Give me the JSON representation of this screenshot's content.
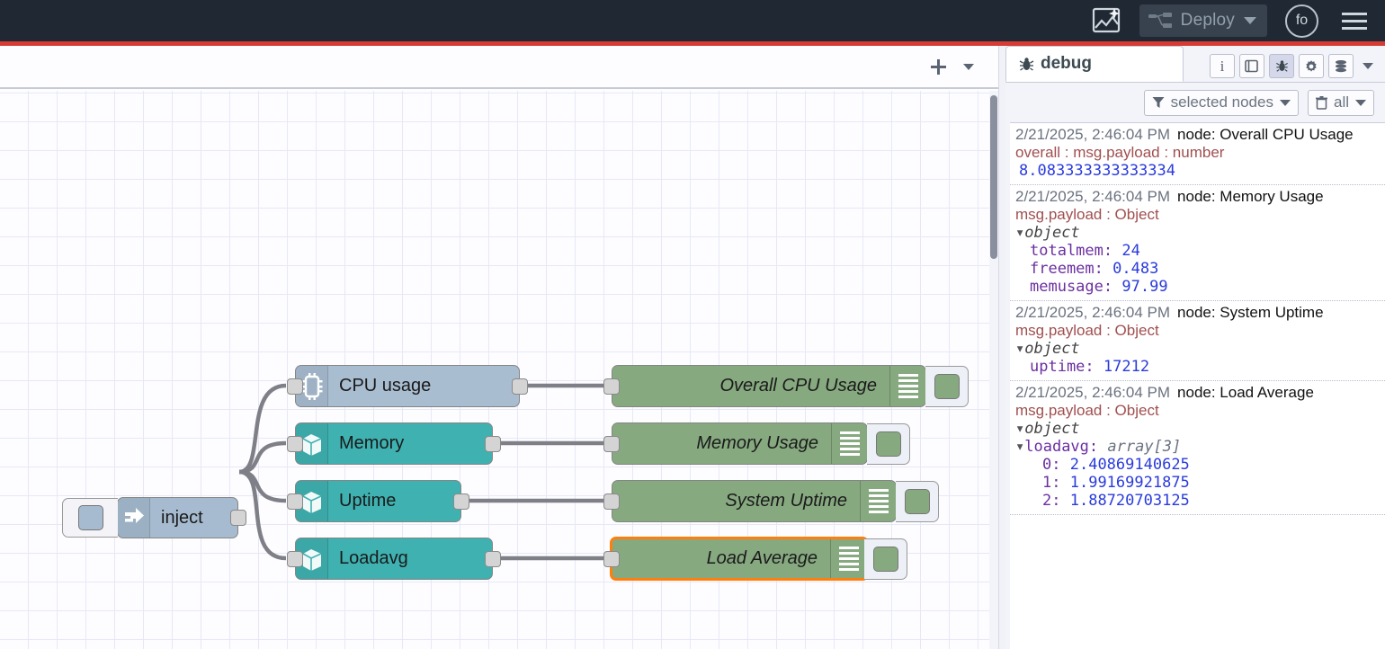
{
  "header": {
    "ai_icon": "ai-image-icon",
    "deploy_label": "Deploy",
    "deploy_icon": "deploy-nodes-icon",
    "deploy_caret": "chevron-down-icon",
    "avatar_initials": "fo",
    "menu_icon": "hamburger-menu-icon"
  },
  "workspace": {
    "tabbar": {
      "add_label": "+",
      "menu_icon": "chevron-down-icon"
    },
    "nodes": [
      {
        "id": "inject",
        "label": "inject",
        "icon": "inject-arrow-icon",
        "type": "inject"
      },
      {
        "id": "cpu",
        "label": "CPU usage",
        "icon": "cpu-chip-icon",
        "type": "sensor-cpu"
      },
      {
        "id": "memory",
        "label": "Memory",
        "icon": "server-box-icon",
        "type": "sensor"
      },
      {
        "id": "uptime",
        "label": "Uptime",
        "icon": "server-box-icon",
        "type": "sensor"
      },
      {
        "id": "loadavg",
        "label": "Loadavg",
        "icon": "server-box-icon",
        "type": "sensor"
      },
      {
        "id": "dbg1",
        "label": "Overall CPU Usage",
        "icon": "debug-lines-icon",
        "type": "debug",
        "selected": false
      },
      {
        "id": "dbg2",
        "label": "Memory Usage",
        "icon": "debug-lines-icon",
        "type": "debug",
        "selected": false
      },
      {
        "id": "dbg3",
        "label": "System Uptime",
        "icon": "debug-lines-icon",
        "type": "debug",
        "selected": false
      },
      {
        "id": "dbg4",
        "label": "Load Average",
        "icon": "debug-lines-icon",
        "type": "debug",
        "selected": true
      }
    ]
  },
  "sidebar": {
    "tab_label": "debug",
    "tab_icon": "bug-icon",
    "tools": [
      {
        "name": "info-icon",
        "glyph": "i",
        "active": false
      },
      {
        "name": "help-book-icon",
        "glyph": "⌸",
        "active": false
      },
      {
        "name": "debug-bug-icon",
        "glyph": "bug",
        "active": true
      },
      {
        "name": "config-gear-icon",
        "glyph": "⚙",
        "active": false
      },
      {
        "name": "context-data-icon",
        "glyph": "⌸",
        "active": false
      }
    ],
    "tools_caret": "chevron-down-icon",
    "filter_label": "selected nodes",
    "filter_icon": "funnel-icon",
    "clear_label": "all",
    "clear_icon": "trash-icon",
    "messages": [
      {
        "time": "2/21/2025, 2:46:04 PM",
        "node": "node: Overall CPU Usage",
        "topic": "overall : msg.payload : number",
        "kind": "scalar",
        "value": "8.083333333333334"
      },
      {
        "time": "2/21/2025, 2:46:04 PM",
        "node": "node: Memory Usage",
        "topic": "msg.payload : Object",
        "kind": "object",
        "root": "object",
        "rows": [
          {
            "key": "totalmem",
            "value": "24"
          },
          {
            "key": "freemem",
            "value": "0.483"
          },
          {
            "key": "memusage",
            "value": "97.99"
          }
        ]
      },
      {
        "time": "2/21/2025, 2:46:04 PM",
        "node": "node: System Uptime",
        "topic": "msg.payload : Object",
        "kind": "object",
        "root": "object",
        "rows": [
          {
            "key": "uptime",
            "value": "17212"
          }
        ]
      },
      {
        "time": "2/21/2025, 2:46:04 PM",
        "node": "node: Load Average",
        "topic": "msg.payload : Object",
        "kind": "array",
        "root": "object",
        "array_key": "loadavg",
        "array_type": "array[3]",
        "rows": [
          {
            "key": "0",
            "value": "2.40869140625"
          },
          {
            "key": "1",
            "value": "1.99169921875"
          },
          {
            "key": "2",
            "value": "1.88720703125"
          }
        ]
      }
    ]
  }
}
